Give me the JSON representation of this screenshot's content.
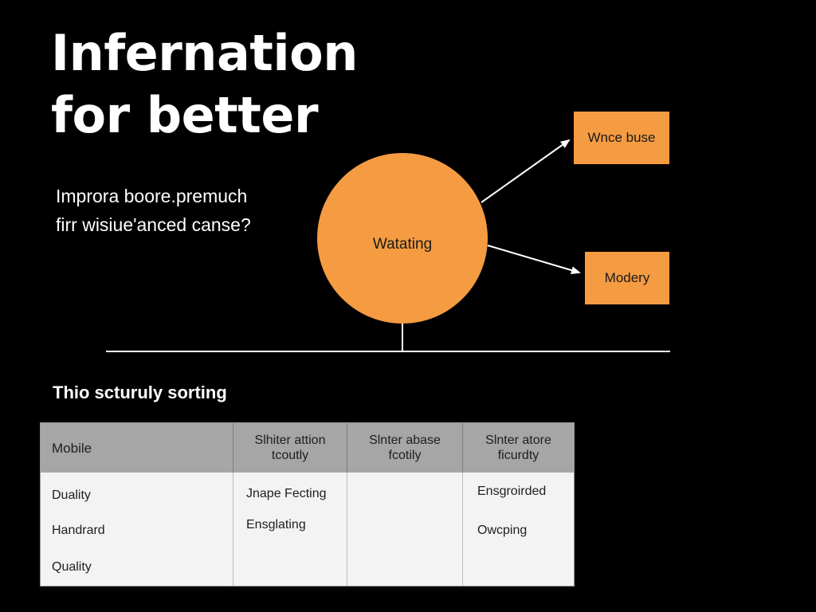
{
  "title": {
    "line1": "Infernation",
    "line2": "for better"
  },
  "subtitle": {
    "line1": "Improra boore.premuch",
    "line2": "firr wisiue'anced canse?"
  },
  "diagram": {
    "circle_label": "Watating",
    "box_top_label": "Wnce buse",
    "box_bottom_label": "Modery",
    "accent_color": "#f59b42",
    "line_color": "#ffffff"
  },
  "section_title": "Thio scturuly sorting",
  "table": {
    "headers": [
      "Mobile",
      "Slhiter attion\ntcoutly",
      "Slnter abase\nfcotily",
      "Slnter atore\nficurdty"
    ],
    "col1": [
      "Duality",
      "Handrard",
      "Quality"
    ],
    "col2": [
      "Jnape Fecting",
      "Ensglating"
    ],
    "col3": [],
    "col4": [
      "Ensgroirded",
      "Owcping"
    ],
    "header_bg": "#a6a6a6",
    "body_bg": "#f3f3f3"
  }
}
